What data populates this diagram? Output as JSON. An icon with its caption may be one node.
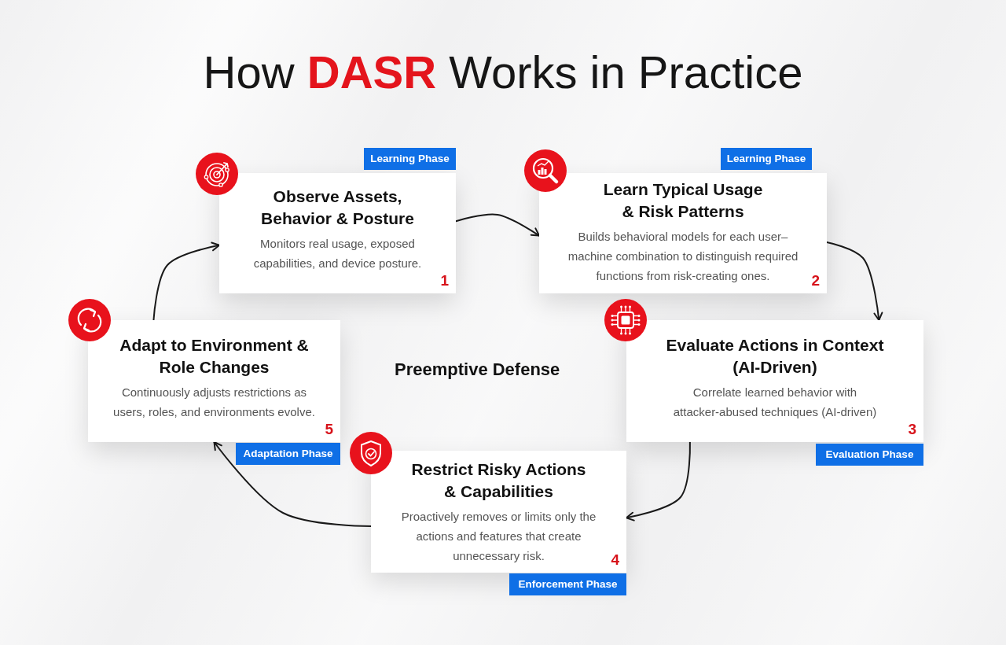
{
  "diagram": {
    "title": "How **DASR** Works in Practice",
    "nodes": [
      {
        "text": [
          "Observe Assets, Behavior & Posture",
          "Monitors real usage, exposed capabilities, and device posture.",
          "1"
        ],
        "beside": [
          "Learning Phase"
        ]
      },
      {
        "text": [
          "Learn Typical Usage & Risk Patterns",
          "Builds behavioral models for each user–machine combination to distinguish required functions from risk-creating ones.",
          "2"
        ],
        "beside": [
          "Learning Phase"
        ]
      },
      {
        "text": [
          "Evaluate Actions in Context (AI-Driven)",
          "Correlate learned behavior with attacker-abused techniques (AI-driven)",
          "3"
        ],
        "beside": [
          "Evaluation Phase"
        ]
      },
      {
        "text": [
          "Restrict Risky Actions & Capabilities",
          "Proactively removes or limits only the actions and features that create unnecessary risk.",
          "4"
        ],
        "beside": [
          "Enforcement Phase"
        ]
      },
      {
        "text": [
          "Adapt to Environment & Role Changes",
          "Continuously adjusts restrictions as users, roles, and environments evolve.",
          "5"
        ],
        "beside": [
          "Adaptation Phase"
        ]
      }
    ],
    "edges": [
      {
        "from": 0,
        "to": 1,
        "arrow": "to"
      },
      {
        "from": 1,
        "to": 2,
        "arrow": "to"
      },
      {
        "from": 2,
        "to": 3,
        "arrow": "to"
      },
      {
        "from": 3,
        "to": 4,
        "arrow": "to"
      },
      {
        "from": 4,
        "to": 0,
        "arrow": "to"
      }
    ],
    "labels": [
      "Preemptive Defense"
    ]
  }
}
